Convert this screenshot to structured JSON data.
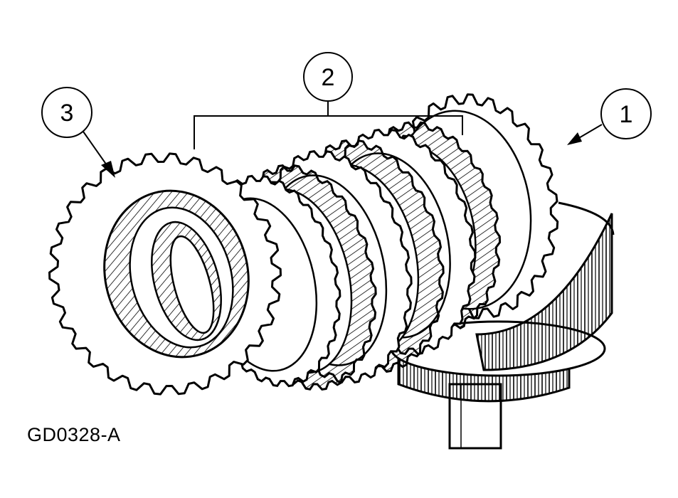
{
  "figure": {
    "code": "GD0328-A",
    "callouts": [
      {
        "label": "1"
      },
      {
        "label": "2"
      },
      {
        "label": "3"
      }
    ]
  },
  "colors": {
    "line": "#000000",
    "background": "#ffffff"
  }
}
